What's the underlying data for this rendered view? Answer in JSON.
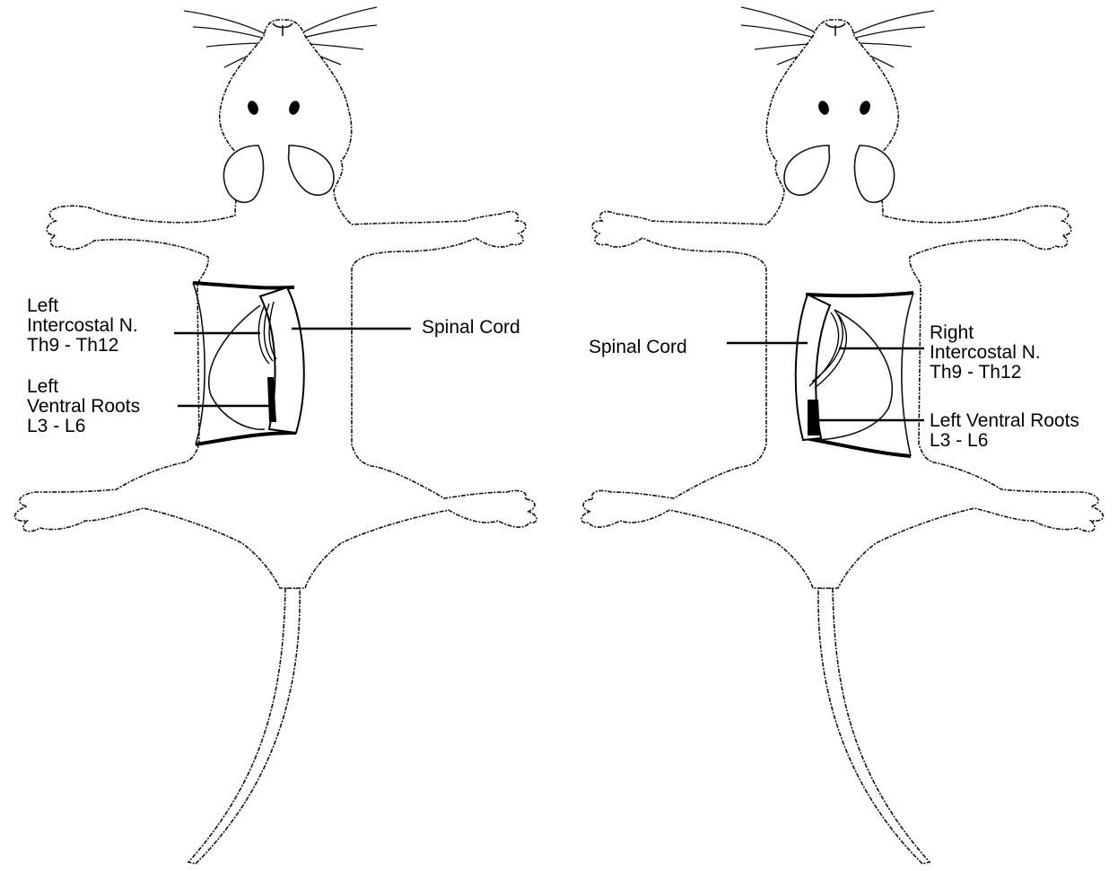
{
  "figure": {
    "left_panel": {
      "labels": {
        "intercostal": "Left\nIntercostal N.\nTh9 - Th12",
        "ventral_roots": "Left\nVentral Roots\nL3 - L6",
        "spinal_cord": "Spinal Cord"
      }
    },
    "right_panel": {
      "labels": {
        "spinal_cord": "Spinal Cord",
        "intercostal": "Right\nIntercostal N.\nTh9 - Th12",
        "ventral_roots": "Left Ventral Roots\nL3 - L6"
      }
    }
  }
}
